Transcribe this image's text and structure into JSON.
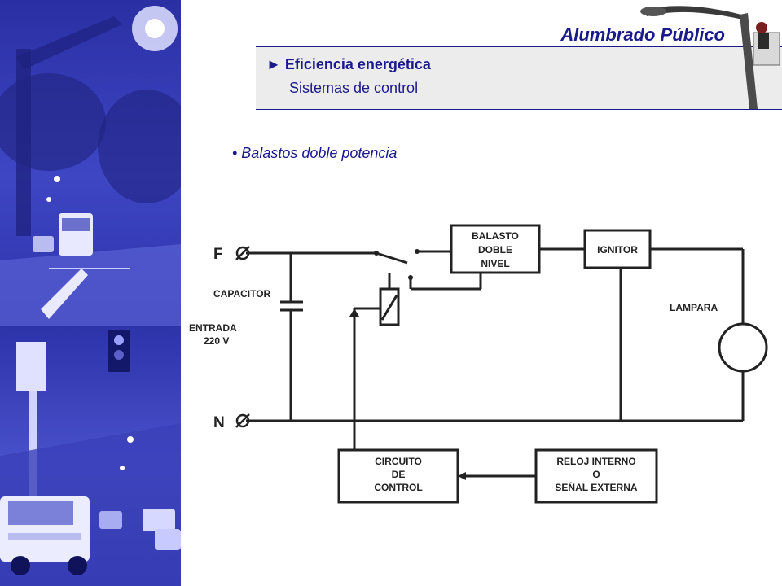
{
  "header": {
    "app_title": "Alumbrado Público",
    "section_title": "► Eficiencia energética",
    "section_subtitle": "Sistemas de control"
  },
  "content": {
    "bullet": "• Balastos doble potencia"
  },
  "diagram": {
    "terminal_f": "F",
    "terminal_n": "N",
    "capacitor_label": "CAPACITOR",
    "entrada_line1": "ENTRADA",
    "entrada_line2": "220 V",
    "balasto_line1": "BALASTO",
    "balasto_line2": "DOBLE",
    "balasto_line3": "NIVEL",
    "ignitor_label": "IGNITOR",
    "lampara_label": "LAMPARA",
    "control_line1": "CIRCUITO",
    "control_line2": "DE",
    "control_line3": "CONTROL",
    "reloj_line1": "RELOJ  INTERNO",
    "reloj_line2": "O",
    "reloj_line3": "SEÑAL EXTERNA"
  },
  "colors": {
    "brand_blue": "#1a1a8c",
    "photo_tint": "#3f46c4",
    "band_gray": "#ececec"
  }
}
